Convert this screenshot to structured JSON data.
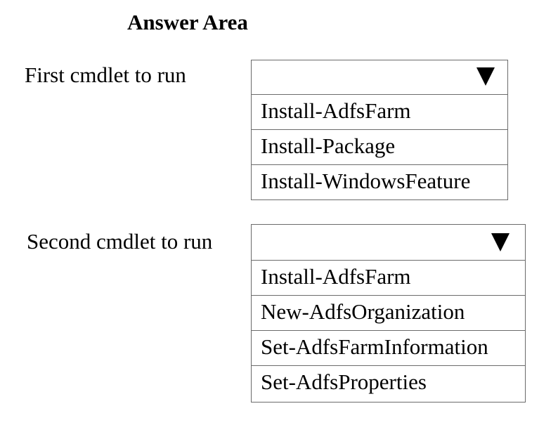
{
  "title": "Answer Area",
  "questions": [
    {
      "label": "First cmdlet to run",
      "selected": "",
      "options": [
        "Install-AdfsFarm",
        "Install-Package",
        "Install-WindowsFeature"
      ]
    },
    {
      "label": "Second cmdlet to run",
      "selected": "",
      "options": [
        "Install-AdfsFarm",
        "New-AdfsOrganization",
        "Set-AdfsFarmInformation",
        "Set-AdfsProperties"
      ]
    }
  ],
  "icons": {
    "dropdown_arrow": "triangle-down"
  }
}
